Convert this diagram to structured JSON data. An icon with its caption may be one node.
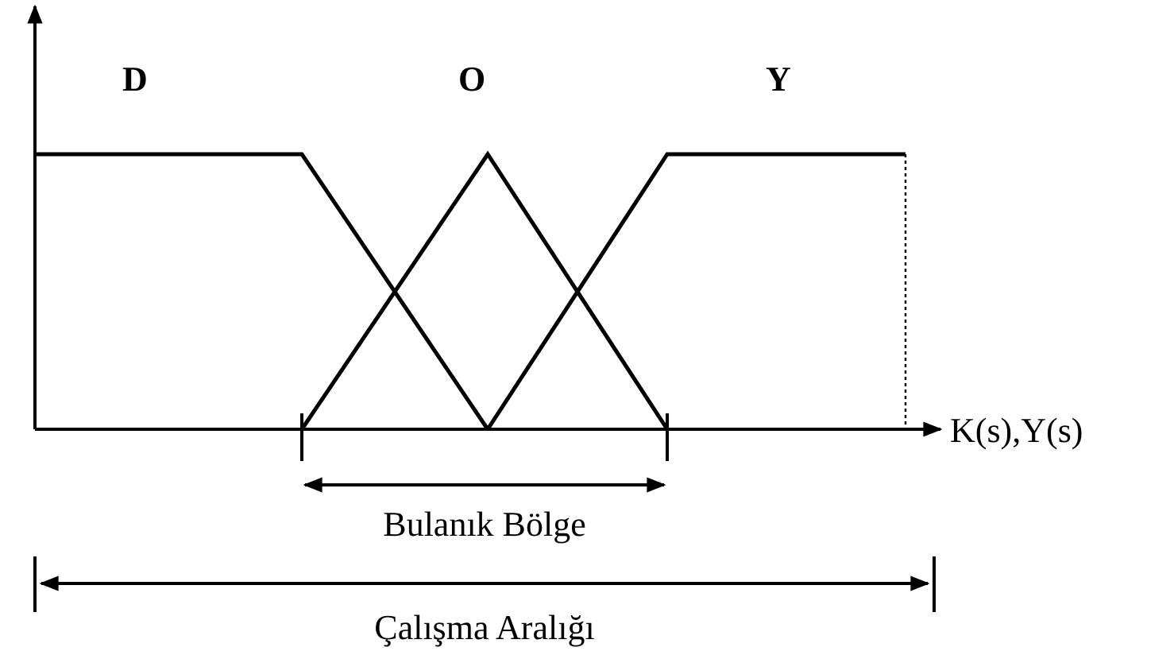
{
  "diagram": {
    "labels": [
      "D",
      "O",
      "Y",
      "K(s),Y(s)",
      "Bulanık Bölge",
      "Çalışma Aralığı"
    ]
  }
}
